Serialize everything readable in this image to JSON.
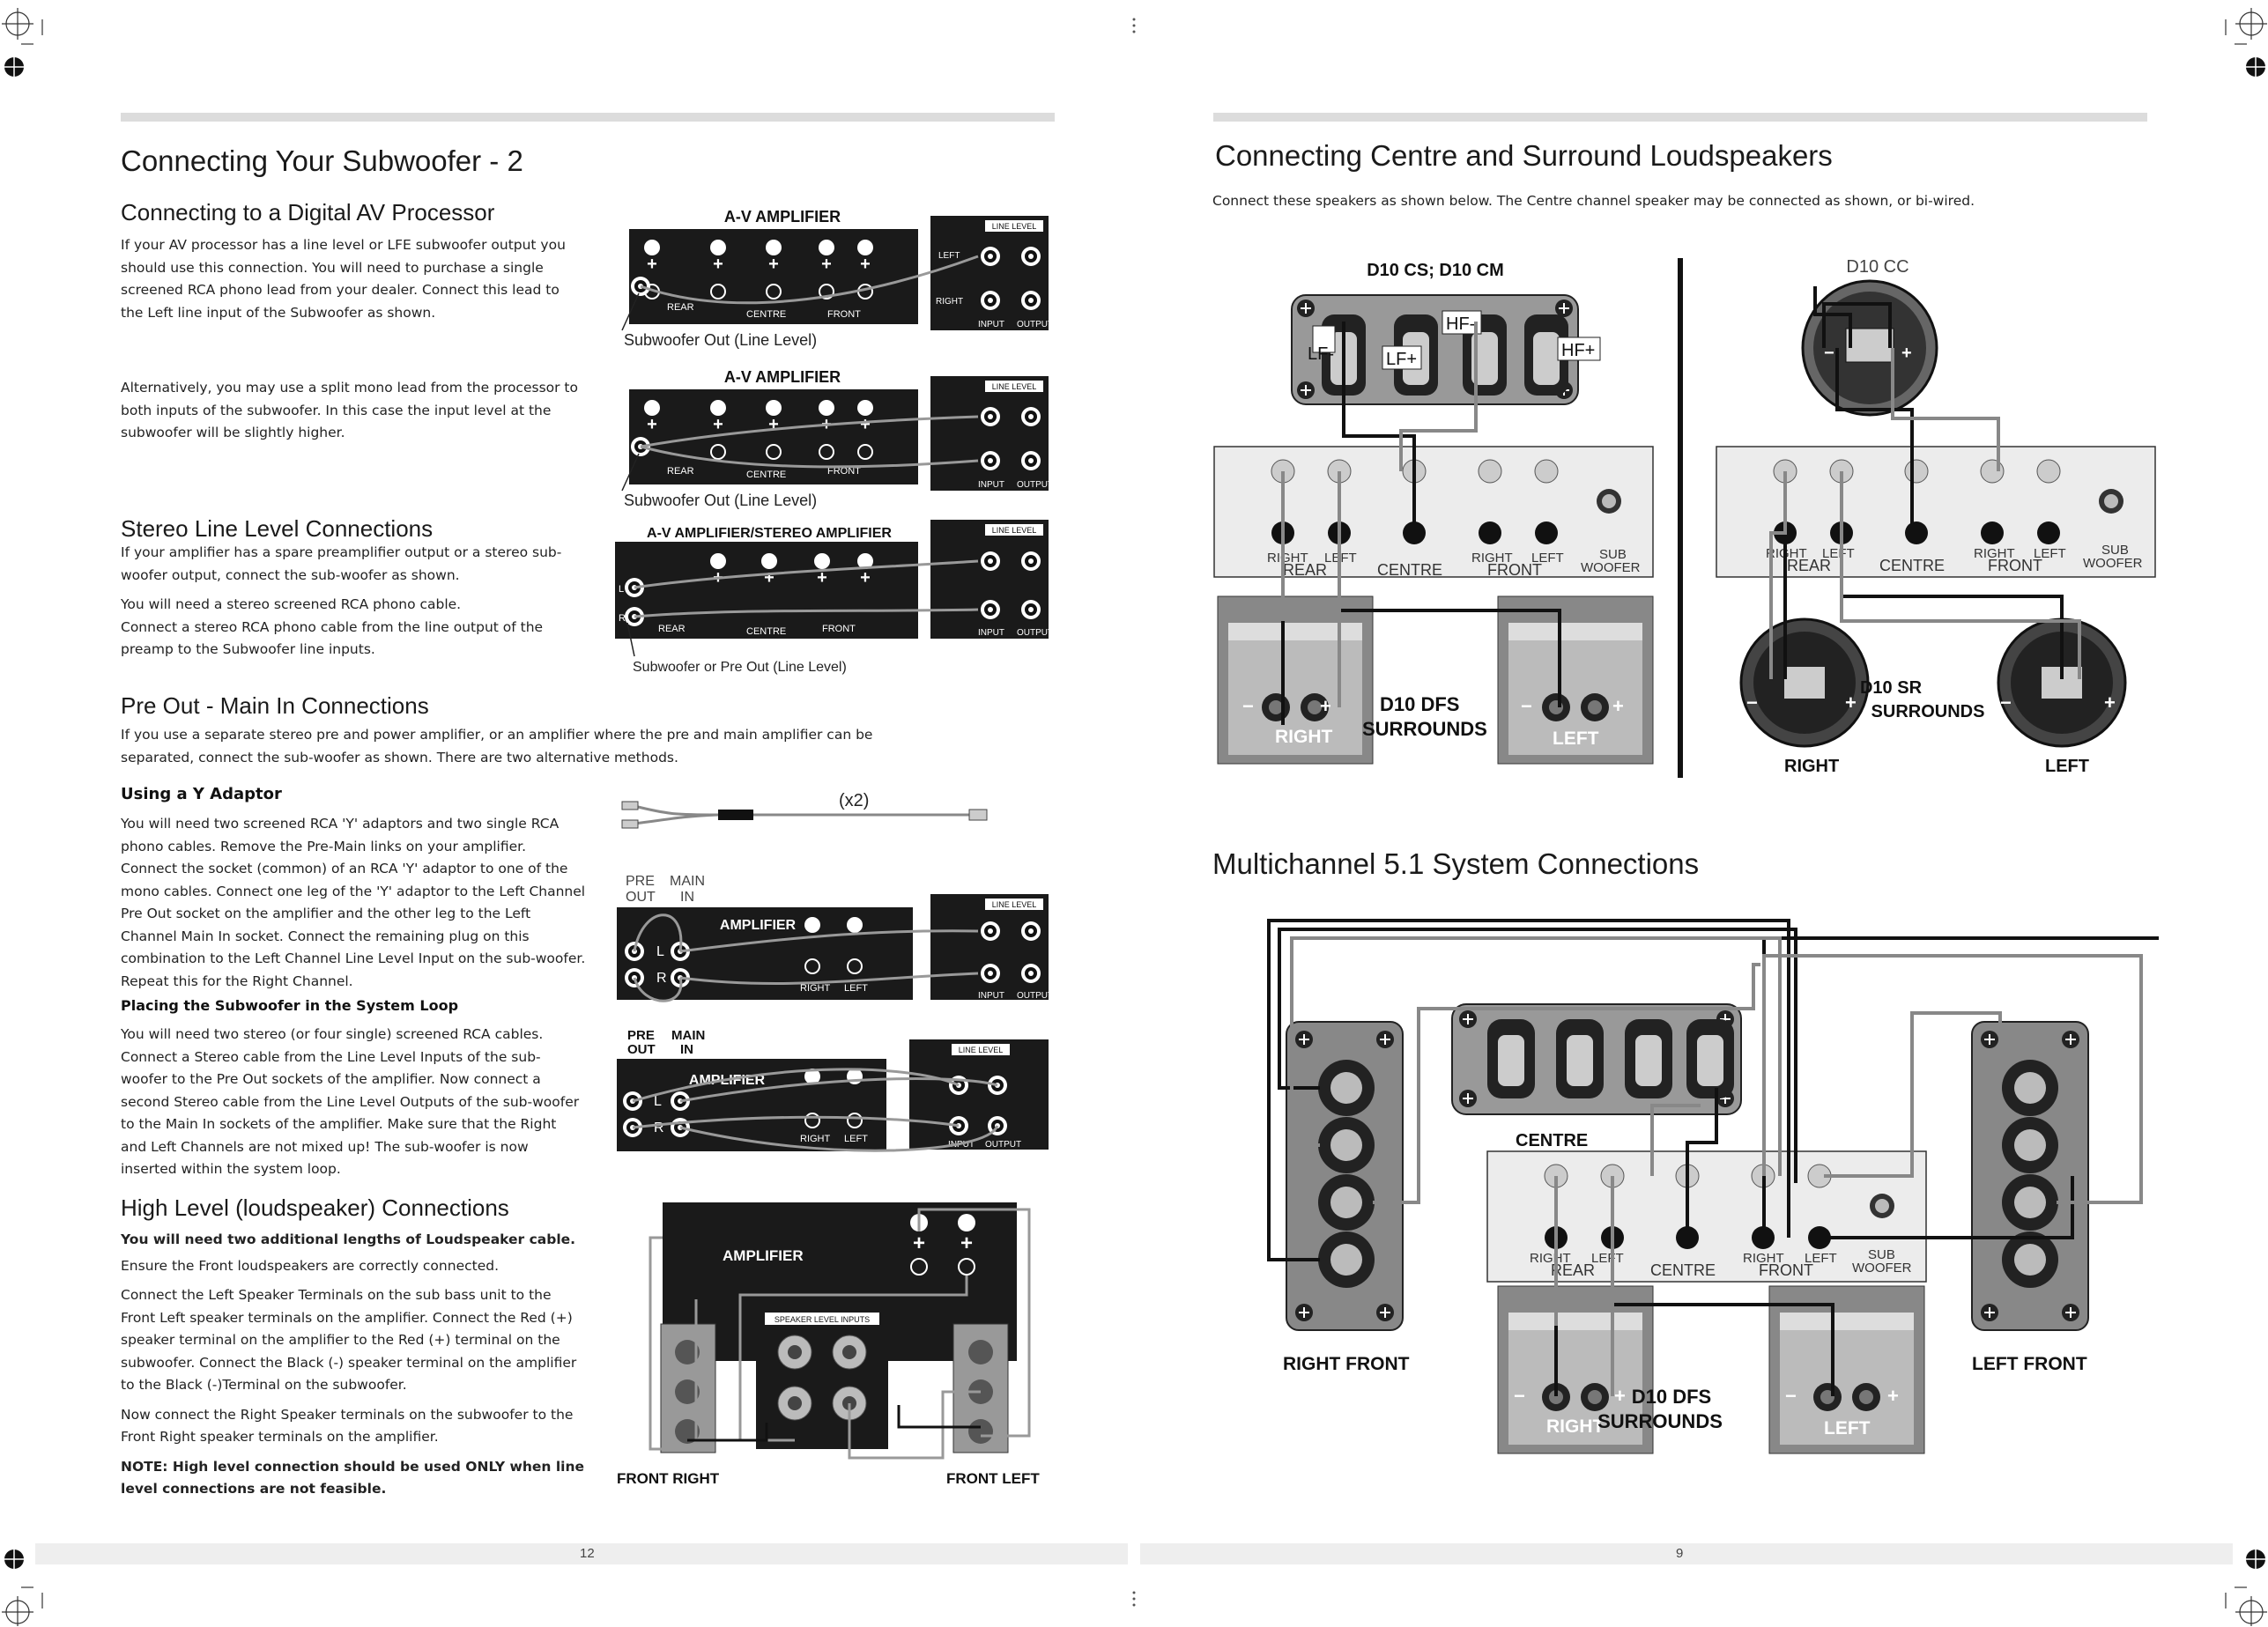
{
  "left_page": {
    "title": "Connecting Your Subwoofer - 2",
    "sections": {
      "digital": {
        "heading": "Connecting to a Digital AV Processor",
        "p1": "If your AV processor has a line level or LFE subwoofer output you should use this connection. You will need to purchase a single screened RCA phono lead from your dealer. Connect this lead to the Left line input of the Subwoofer as shown.",
        "p2": "Alternatively, you may use a split mono lead from the processor to both inputs of the subwoofer. In this case the input level at the subwoofer will be slightly higher."
      },
      "stereo": {
        "heading": "Stereo Line Level Connections",
        "p1": "If your amplifier has a spare preamplifier output or a stereo sub-woofer output, connect the sub-woofer as shown.",
        "p2": "You will need a stereo screened RCA phono cable.",
        "p3": "Connect a stereo RCA phono cable from the line output of the preamp to the Subwoofer line inputs."
      },
      "preout": {
        "heading": "Pre Out - Main In Connections",
        "p1": "If you use a separate stereo pre and power amplifier, or an amplifier where the pre and main amplifier can be separated, connect the sub-woofer as shown. There are two alternative methods.",
        "y_heading": "Using a Y Adaptor",
        "y_text": "You will need two screened RCA 'Y' adaptors and two single RCA phono cables. Remove the Pre-Main links on your amplifier. Connect the socket (common) of an RCA 'Y' adaptor to one of the mono cables. Connect one leg of the 'Y' adaptor to the Left Channel Pre Out socket on the amplifier and the other leg to the Left Channel Main In socket. Connect the remaining plug on this combination to the Left Channel Line Level Input on the sub-woofer. Repeat this for the Right Channel.",
        "loop_heading": "Placing the Subwoofer in the System Loop",
        "loop_p1": "You will need two stereo (or four single) screened RCA cables.",
        "loop_p2": "Connect a Stereo cable from the Line Level Inputs of the sub-woofer to the Pre Out sockets of the amplifier. Now connect a second Stereo cable from the Line Level Outputs of the sub-woofer to the Main In sockets of the amplifier. Make sure that the Right and Left Channels are not mixed up! The sub-woofer is now inserted within the system loop."
      },
      "highlevel": {
        "heading": "High Level (loudspeaker) Connections",
        "p_bold": "You will need two additional lengths of Loudspeaker cable.",
        "p1": "Ensure the Front loudspeakers are correctly connected.",
        "p2": "Connect the Left Speaker Terminals on the sub bass unit to the Front Left speaker terminals on the amplifier. Connect the Red (+) speaker terminal on the amplifier to the Red (+) terminal on the subwoofer. Connect the Black (-) speaker terminal on the amplifier to the Black (-)Terminal on the subwoofer.",
        "p3": "Now connect the Right Speaker terminals on the subwoofer to the Front Right speaker terminals on the amplifier.",
        "note": "NOTE: High level connection should  be used ONLY when line level connections are not feasible."
      }
    },
    "diagrams": {
      "av_amp": "A-V AMPLIFIER",
      "av_stereo": "A-V AMPLIFIER/STEREO AMPLIFIER",
      "amplifier": "AMPLIFIER",
      "line_level": "LINE LEVEL",
      "left": "LEFT",
      "right": "RIGHT",
      "input": "INPUT",
      "output": "OUTPUT",
      "rear": "REAR",
      "centre": "CENTRE",
      "front": "FRONT",
      "sub_out_line": "Subwoofer Out (Line Level)",
      "sub_or_pre_out": "Subwoofer or Pre Out (Line Level)",
      "x2": "(x2)",
      "pre_out": "PRE OUT",
      "main_in": "MAIN IN",
      "pre": "PRE",
      "out": "OUT",
      "main": "MAIN",
      "in": "IN",
      "l": "L",
      "r": "R",
      "speaker_level_inputs": "SPEAKER LEVEL INPUTS",
      "front_right": "FRONT RIGHT",
      "front_left": "FRONT LEFT",
      "plus": "+",
      "minus": "−"
    },
    "page_number": "12"
  },
  "right_page": {
    "title": "Connecting Centre and Surround Loudspeakers",
    "intro": "Connect these speakers as shown below. The Centre channel speaker may be connected as shown, or bi-wired.",
    "diagram_a": {
      "title": "D10 CS; D10 CM",
      "lf_minus": "LF-",
      "lf_plus": "LF+",
      "hf_minus": "HF-",
      "hf_plus": "HF+",
      "surrounds": "D10 DFS",
      "surrounds2": "SURROUNDS",
      "right": "RIGHT",
      "left": "LEFT"
    },
    "diagram_b": {
      "title": "D10 CC",
      "surrounds": "D10 SR",
      "surrounds2": "SURROUNDS",
      "right": "RIGHT",
      "left": "LEFT"
    },
    "amp_labels": {
      "right": "RIGHT",
      "left": "LEFT",
      "rear": "REAR",
      "centre": "CENTRE",
      "front": "FRONT",
      "sub": "SUB",
      "woofer": "WOOFER"
    },
    "multichannel": {
      "title": "Multichannel 5.1 System Connections",
      "centre": "CENTRE",
      "right_front": "RIGHT  FRONT",
      "left_front": "LEFT  FRONT",
      "surrounds": "D10 DFS",
      "surrounds2": "SURROUNDS",
      "right": "RIGHT",
      "left": "LEFT"
    },
    "page_number": "9"
  }
}
